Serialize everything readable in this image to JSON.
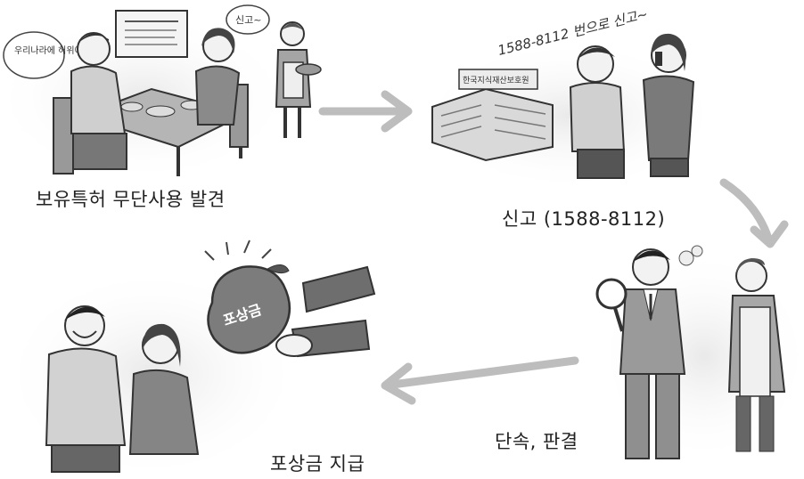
{
  "steps": [
    {
      "label": "보유특허 무단사용 발견"
    },
    {
      "label": "신고 (1588-8112)"
    },
    {
      "label": "단속, 판결"
    },
    {
      "label": "포상금 지급"
    }
  ],
  "scene_text": {
    "speech_bubble_left": "우리나라에 허위에...",
    "speech_bubble_cook": "신고~",
    "report_call": "1588-8112 번으로 신고~",
    "building_sign": "한국지식재산보호원",
    "money_bag": "포상금"
  },
  "colors": {
    "arrow": "#bdbdbd",
    "ink": "#333333",
    "shade": "#e6e6e6"
  }
}
